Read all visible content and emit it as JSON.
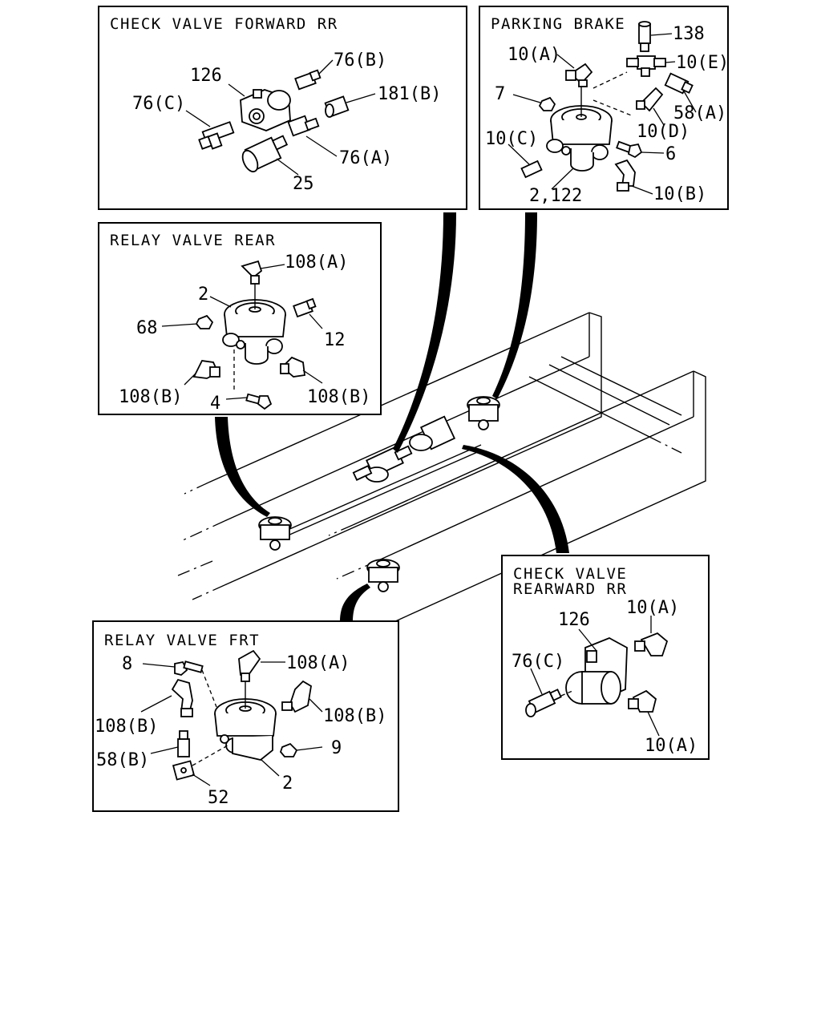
{
  "panels": {
    "check_valve_forward_rr": {
      "title": "CHECK VALVE FORWARD RR",
      "labels": [
        "126",
        "76(B)",
        "76(C)",
        "181(B)",
        "76(A)",
        "25"
      ]
    },
    "parking_brake": {
      "title": "PARKING BRAKE",
      "labels": [
        "138",
        "10(A)",
        "10(E)",
        "7",
        "58(A)",
        "10(D)",
        "10(C)",
        "6",
        "2,122",
        "10(B)"
      ]
    },
    "relay_valve_rear": {
      "title": "RELAY VALVE REAR",
      "labels": [
        "108(A)",
        "2",
        "68",
        "12",
        "108(B)",
        "108(B)",
        "4"
      ]
    },
    "check_valve_rearward_rr": {
      "title_line1": "CHECK VALVE",
      "title_line2": "REARWARD RR",
      "labels": [
        "126",
        "10(A)",
        "76(C)",
        "10(A)"
      ]
    },
    "relay_valve_frt": {
      "title": "RELAY VALVE FRT",
      "labels": [
        "8",
        "108(A)",
        "108(B)",
        "108(B)",
        "58(B)",
        "9",
        "2",
        "52"
      ]
    }
  }
}
